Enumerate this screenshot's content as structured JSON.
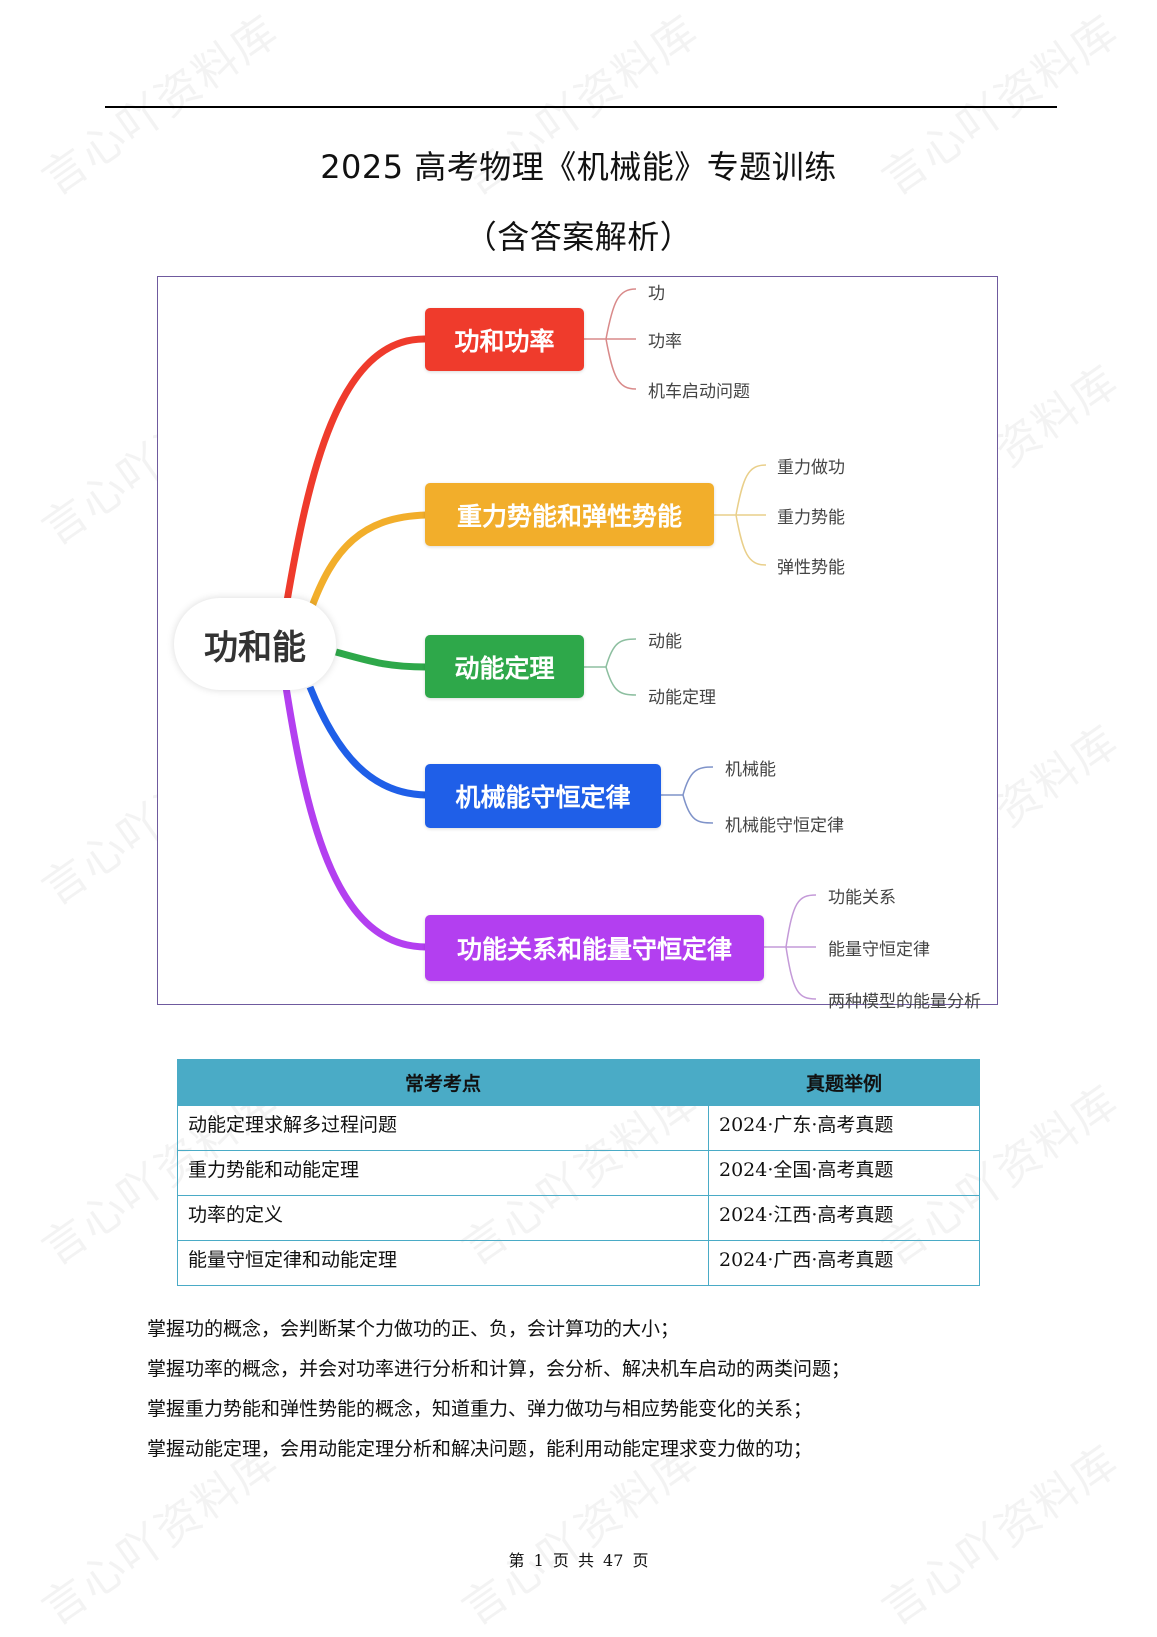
{
  "document": {
    "title": "2025 高考物理《机械能》专题训练",
    "subtitle": "（含答案解析）",
    "watermark": "言心吖资料库"
  },
  "mindmap": {
    "center": "功和能",
    "branches": [
      {
        "label": "功和功率",
        "color": "#ef3b2c",
        "children": [
          "功",
          "功率",
          "机车启动问题"
        ]
      },
      {
        "label": "重力势能和弹性势能",
        "color": "#f2ae2b",
        "children": [
          "重力做功",
          "重力势能",
          "弹性势能"
        ]
      },
      {
        "label": "动能定理",
        "color": "#2ea84a",
        "children": [
          "动能",
          "动能定理"
        ]
      },
      {
        "label": "机械能守恒定律",
        "color": "#1f5fe8",
        "children": [
          "机械能",
          "机械能守恒定律"
        ]
      },
      {
        "label": "功能关系和能量守恒定律",
        "color": "#b33ff0",
        "children": [
          "功能关系",
          "能量守恒定律",
          "两种模型的能量分析"
        ]
      }
    ],
    "frame_color": "#6f5a9e"
  },
  "table": {
    "headers": [
      "常考考点",
      "真题举例"
    ],
    "header_color": "#4aabc6",
    "rows": [
      [
        "动能定理求解多过程问题",
        "2024·广东·高考真题"
      ],
      [
        "重力势能和动能定理",
        "2024·全国·高考真题"
      ],
      [
        "功率的定义",
        "2024·江西·高考真题"
      ],
      [
        "能量守恒定律和动能定理",
        "2024·广西·高考真题"
      ]
    ]
  },
  "objectives": [
    "掌握功的概念，会判断某个力做功的正、负，会计算功的大小；",
    "掌握功率的概念，并会对功率进行分析和计算，会分析、解决机车启动的两类问题；",
    "掌握重力势能和弹性势能的概念，知道重力、弹力做功与相应势能变化的关系；",
    "掌握动能定理，会用动能定理分析和解决问题，能利用动能定理求变力做的功；"
  ],
  "footer": {
    "text": "第 1 页 共 47 页",
    "current_page": 1,
    "total_pages": 47
  }
}
